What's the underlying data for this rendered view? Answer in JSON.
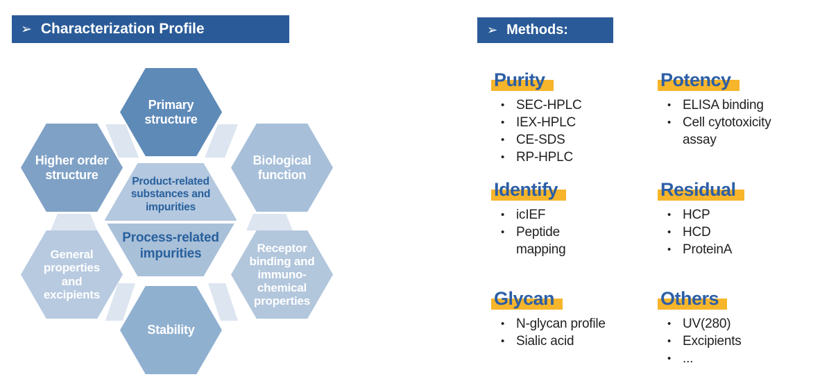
{
  "left_panel": {
    "banner": {
      "arrow_icon": "➢",
      "title": "Characterization Profile"
    },
    "hexagons": {
      "primary": {
        "label": "Primary\nstructure",
        "color": "#5e8ab8"
      },
      "higher_order": {
        "label": "Higher order\nstructure",
        "color": "#7fa1c6"
      },
      "biological": {
        "label": "Biological\nfunction",
        "color": "#a7bfd9"
      },
      "general": {
        "label": "General\nproperties\nand\nexcipients",
        "color": "#b8cae0"
      },
      "receptor": {
        "label": "Receptor\nbinding and\nimmuno-\nchemical\nproperties",
        "color": "#b2c6dc"
      },
      "stability": {
        "label": "Stability",
        "color": "#90b0d0"
      },
      "center_top": {
        "label": "Product-related\nsubstances and\nimpurities",
        "color": "#b4c8df"
      },
      "center_bottom": {
        "label": "Process-related\nimpurities",
        "color": "#a9c0d9"
      }
    }
  },
  "right_panel": {
    "banner": {
      "arrow_icon": "➢",
      "title": "Methods:"
    },
    "bullet_char": "•",
    "sections": [
      {
        "heading": "Purity",
        "items": [
          "SEC-HPLC",
          "IEX-HPLC",
          "CE-SDS",
          "RP-HPLC"
        ]
      },
      {
        "heading": "Potency",
        "items": [
          "ELISA binding",
          "Cell cytotoxicity assay"
        ]
      },
      {
        "heading": "Identify",
        "items": [
          "icIEF",
          "Peptide mapping"
        ]
      },
      {
        "heading": "Residual",
        "items": [
          "HCP",
          "HCD",
          "ProteinA"
        ]
      },
      {
        "heading": "Glycan",
        "items": [
          "N-glycan profile",
          "Sialic acid"
        ]
      },
      {
        "heading": "Others",
        "items": [
          "UV(280)",
          "Excipients",
          "..."
        ]
      }
    ]
  },
  "colors": {
    "banner_bg": "#2a5b98",
    "heading_blue": "#2d5fa6",
    "highlight_yellow": "#f6b52b",
    "center_hex_text": "#28609c",
    "connector_pale": "#dce5f0",
    "hex_text_white": "#ffffff",
    "bullet_text": "#1f1f1f"
  }
}
